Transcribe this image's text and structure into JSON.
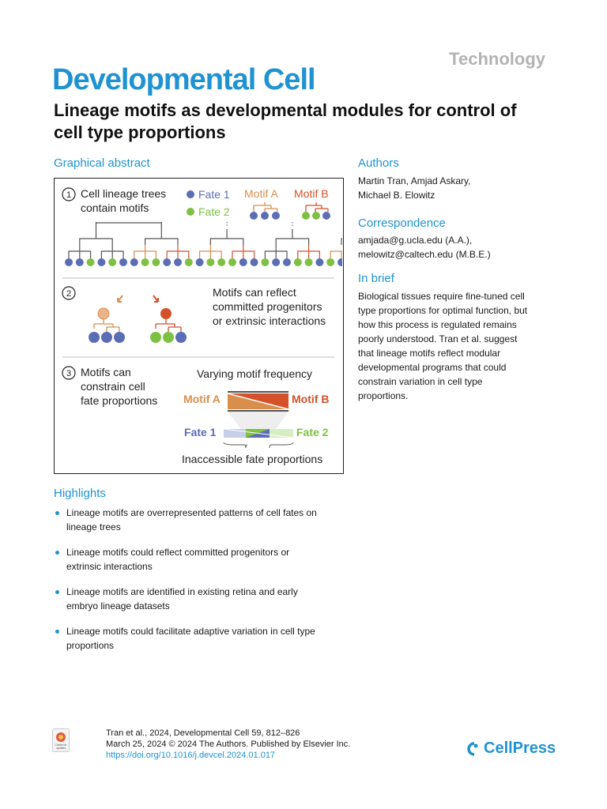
{
  "header": {
    "section_type": "Technology",
    "journal": "Developmental Cell",
    "title": "Lineage motifs as developmental modules for control of cell type proportions"
  },
  "graphical_abstract": {
    "heading": "Graphical abstract",
    "panel1": {
      "number": "1",
      "text_line1": "Cell lineage trees",
      "text_line2": "contain motifs",
      "legend_fate1": "Fate 1",
      "legend_fate2": "Fate 2",
      "motif_a": "Motif A",
      "motif_b": "Motif B"
    },
    "panel2": {
      "number": "2",
      "text_line1": "Motifs can reflect",
      "text_line2": "committed progenitors",
      "text_line3": "or extrinsic interactions"
    },
    "panel3": {
      "number": "3",
      "text_line1": "Motifs can",
      "text_line2": "constrain cell",
      "text_line3": "fate proportions",
      "varying": "Varying motif frequency",
      "motif_a": "Motif A",
      "motif_b": "Motif B",
      "fate1": "Fate 1",
      "fate2": "Fate 2",
      "inaccessible": "Inaccessible fate proportions"
    },
    "colors": {
      "fate1": "#5b6db4",
      "fate2": "#7ec142",
      "motif_a": "#d98e4c",
      "motif_b": "#d4512a",
      "motif_a_light": "#e9b48a"
    }
  },
  "authors": {
    "heading": "Authors",
    "line1": "Martin Tran, Amjad Askary,",
    "line2": "Michael B. Elowitz"
  },
  "correspondence": {
    "heading": "Correspondence",
    "line1": "amjada@g.ucla.edu (A.A.),",
    "line2": "melowitz@caltech.edu (M.B.E.)"
  },
  "in_brief": {
    "heading": "In brief",
    "lines": [
      "Biological tissues require fine-tuned cell",
      "type proportions for optimal function, but",
      "how this process is regulated remains",
      "poorly understood. Tran et al. suggest",
      "that lineage motifs reflect modular",
      "developmental programs that could",
      "constrain variation in cell type",
      "proportions."
    ]
  },
  "highlights": {
    "heading": "Highlights",
    "items": [
      {
        "line1": "Lineage motifs are overrepresented patterns of cell fates on",
        "line2": "lineage trees"
      },
      {
        "line1": "Lineage motifs could reflect committed progenitors or",
        "line2": "extrinsic interactions"
      },
      {
        "line1": "Lineage motifs are identified in existing retina and early",
        "line2": "embryo lineage datasets"
      },
      {
        "line1": "Lineage motifs could facilitate adaptive variation in cell type",
        "line2": "proportions"
      }
    ]
  },
  "footer": {
    "line1": "Tran et al., 2024, Developmental Cell 59, 812–826",
    "line2": "March 25, 2024 © 2024 The Authors. Published by Elsevier Inc.",
    "doi": "https://doi.org/10.1016/j.devcel.2024.01.017",
    "publisher": "CellPress",
    "badge_line1": "Check for",
    "badge_line2": "updates"
  }
}
